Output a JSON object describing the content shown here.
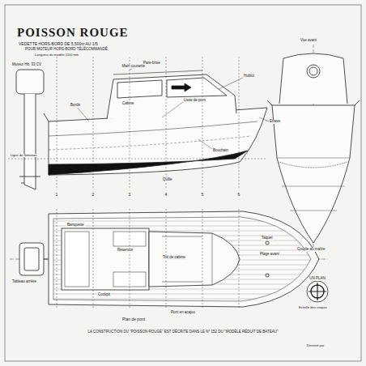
{
  "diagram": {
    "title": "POISSON ROUGE",
    "caption": "LA CONSTRUCTION DU \"POISSON ROUGE\" EST DÉCRITE DANS LE N° 152 DU \"MODÈLE RÉDUIT DE BATEAU\"",
    "labels": [
      "VEDETTE HORS-BORD DE 5,500m AU 1/5",
      "POUR MOTEUR HORS-BORD TÉLÉCOMMANDÉ",
      "Longueur du modèle 1100 mm",
      "Moteur Hb. 33 CV",
      "Pare-brise",
      "Cabine",
      "Main courante",
      "Hublot",
      "Lisse de pont",
      "Bordé",
      "Bouchain",
      "Quille",
      "Ligne de flottaison",
      "Etrave",
      "1",
      "2",
      "3",
      "4",
      "5",
      "6",
      "Tableau arrière",
      "Plage avant",
      "Cockpit",
      "Banquette",
      "Réservoir",
      "Pont en acajou",
      "Taquet",
      "Toit de cabine",
      "Vue avant",
      "Couple au maître",
      "Plan de pont",
      "UN PLAN",
      "Echelle des croquis",
      "Dessiné par"
    ]
  }
}
